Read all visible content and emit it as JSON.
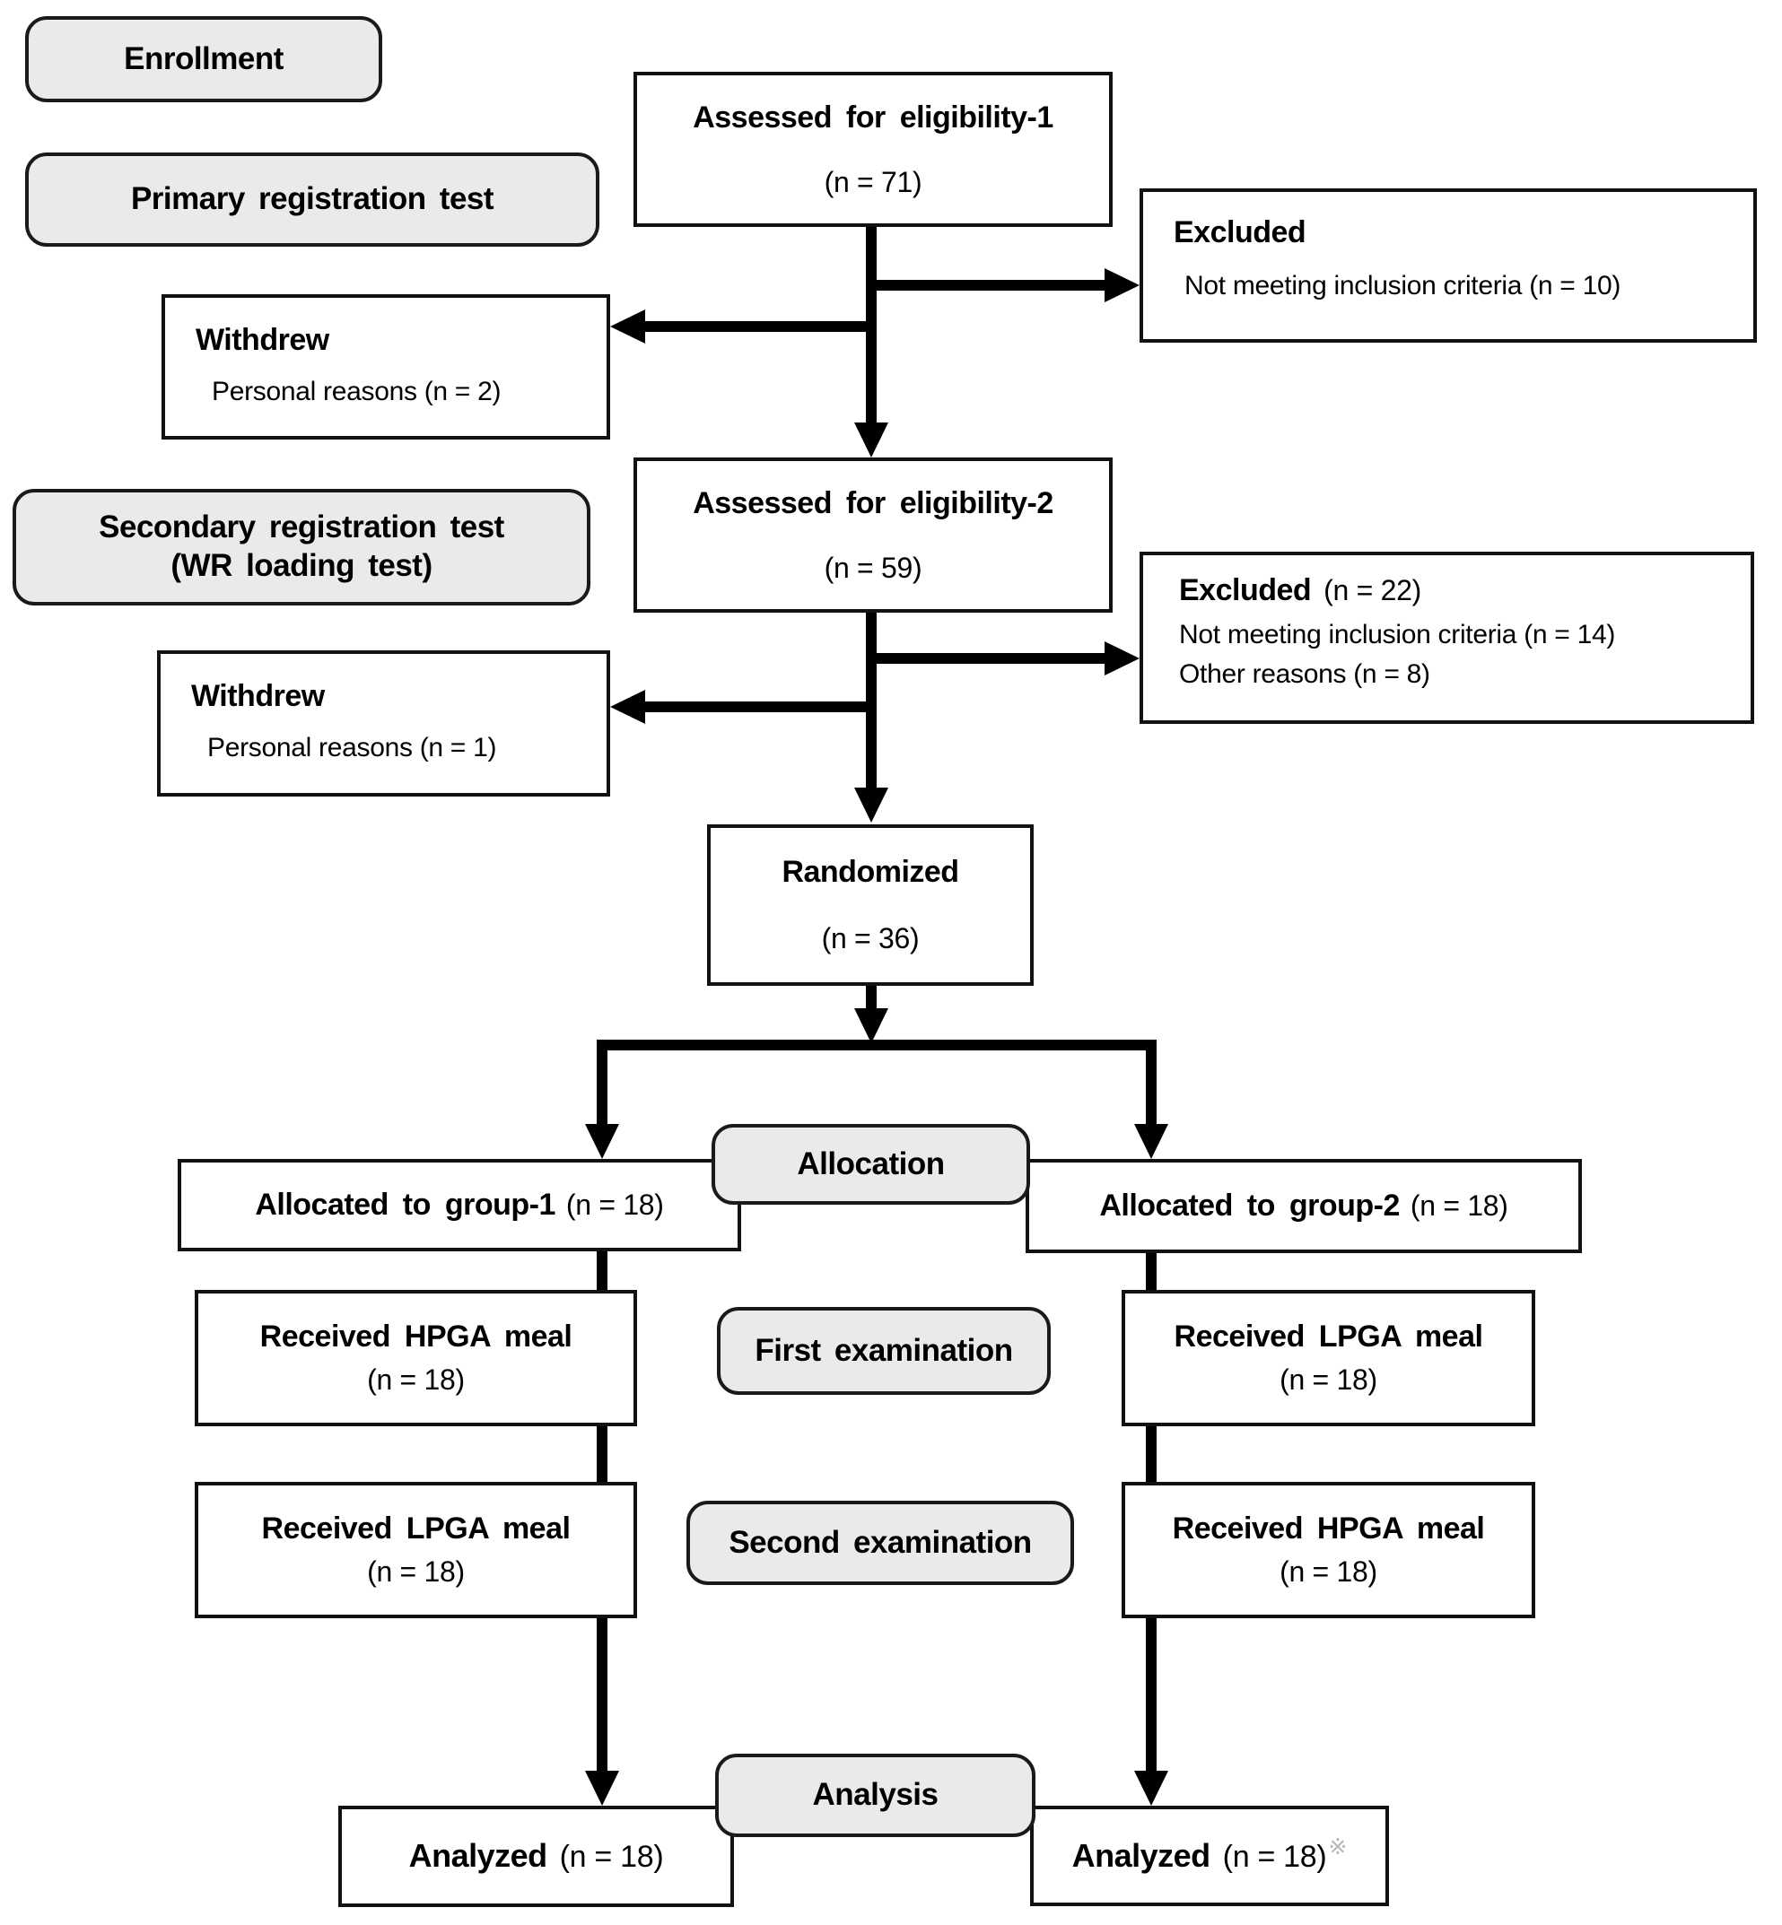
{
  "flow": {
    "stages": {
      "enrollment": "Enrollment",
      "primary_test": "Primary registration test",
      "secondary_test_line1": "Secondary registration test",
      "secondary_test_line2": "(WR loading test)",
      "allocation": "Allocation",
      "first_examination": "First examination",
      "second_examination": "Second examination",
      "analysis": "Analysis"
    },
    "boxes": {
      "assessed1": {
        "title": "Assessed for eligibility-1",
        "n": "(n = 71)"
      },
      "excluded1": {
        "title": "Excluded",
        "reason1": "Not meeting inclusion criteria (n = 10)"
      },
      "withdrew1": {
        "title": "Withdrew",
        "reason1": "Personal reasons (n = 2)"
      },
      "assessed2": {
        "title": "Assessed for eligibility-2",
        "n": "(n = 59)"
      },
      "excluded2": {
        "title": "Excluded",
        "n": "(n = 22)",
        "reason1": "Not meeting inclusion criteria (n = 14)",
        "reason2": "Other reasons (n = 8)"
      },
      "withdrew2": {
        "title": "Withdrew",
        "reason1": "Personal reasons (n = 1)"
      },
      "randomized": {
        "title": "Randomized",
        "n": "(n = 36)"
      },
      "allocated_group1": {
        "title": "Allocated to group-1",
        "n": "(n = 18)"
      },
      "allocated_group2": {
        "title": "Allocated to group-2",
        "n": "(n = 18)"
      },
      "first_exam_group1": {
        "title": "Received HPGA meal",
        "n": "(n = 18)"
      },
      "first_exam_group2": {
        "title": "Received LPGA meal",
        "n": "(n = 18)"
      },
      "second_exam_group1": {
        "title": "Received LPGA meal",
        "n": "(n = 18)"
      },
      "second_exam_group2": {
        "title": "Received HPGA meal",
        "n": "(n = 18)"
      },
      "analyzed_group1": {
        "title": "Analyzed",
        "n": "(n = 18)"
      },
      "analyzed_group2": {
        "title": "Analyzed",
        "n": "(n = 18)",
        "footnote_mark": "※"
      }
    },
    "colors": {
      "stage_fill": "#eaeaea",
      "box_fill": "#ffffff",
      "border": "#111111",
      "line": "#000000",
      "footnote_mark": "#b5b5b5"
    }
  }
}
